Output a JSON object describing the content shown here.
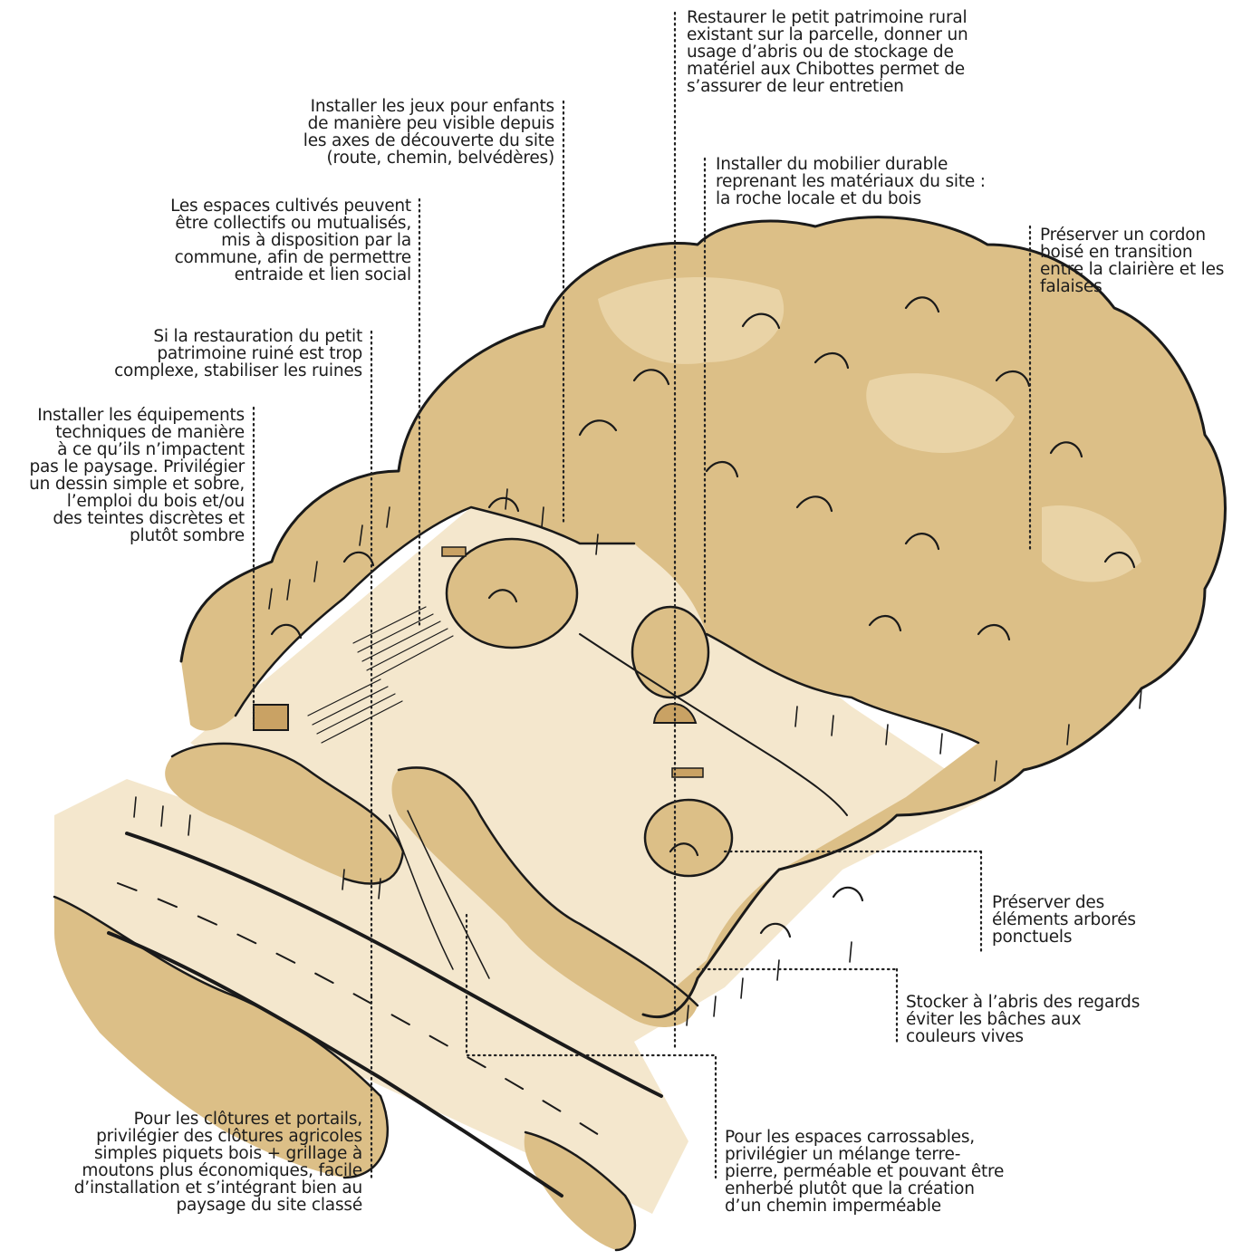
{
  "annotations": {
    "petit_patrimoine": "Restaurer le petit patrimoine rural\nexistant sur la parcelle, donner un\nusage d’abris ou de stockage de\nmatériel aux Chibottes permet de\ns’assurer de leur entretien",
    "jeux_enfants": "Installer les jeux pour enfants\nde manière peu visible depuis\nles axes de découverte du site\n(route, chemin, belvédères)",
    "mobilier": "Installer du mobilier durable\nreprenant les matériaux du site :\nla roche locale et du bois",
    "espaces_cultives": "Les espaces cultivés peuvent\nêtre collectifs ou mutualisés,\nmis à disposition par la\ncommune, afin de permettre\nentraide et lien social",
    "cordon_boise": "Préserver un cordon\nboisé en transition\nentre la clairière et les\nfalaises",
    "ruines": "Si la restauration du petit\npatrimoine ruiné est trop\ncomplexe, stabiliser les ruines",
    "equipements": "Installer les équipements\ntechniques de manière\nà ce qu’ils n’impactent\npas le paysage. Privilégier\nun dessin simple et sobre,\nl’emploi du bois et/ou\ndes teintes discrètes et\nplutôt sombre",
    "elements_arbores": "Préserver des\néléments arborés\nponctuels",
    "stocker": "Stocker à l’abris des regards\néviter les bâches aux\ncouleurs vives",
    "clotures": "Pour les clôtures et portails,\nprivilégier des clôtures agricoles\nsimples piquets bois + grillage  à\nmoutons plus économiques, facile\nd’installation et s’intégrant bien au\npaysage du site classé",
    "carrossables": "Pour les espaces carrossables,\nprivilégier un mélange terre-\npierre, perméable et pouvant être\nenherbé plutôt que la création\nd’un chemin imperméable"
  },
  "colors": {
    "vegetation": "#dcbf87",
    "vegetation_light": "#e9d3a6",
    "ground": "#f4e7cd",
    "ink": "#1a1a1a"
  }
}
